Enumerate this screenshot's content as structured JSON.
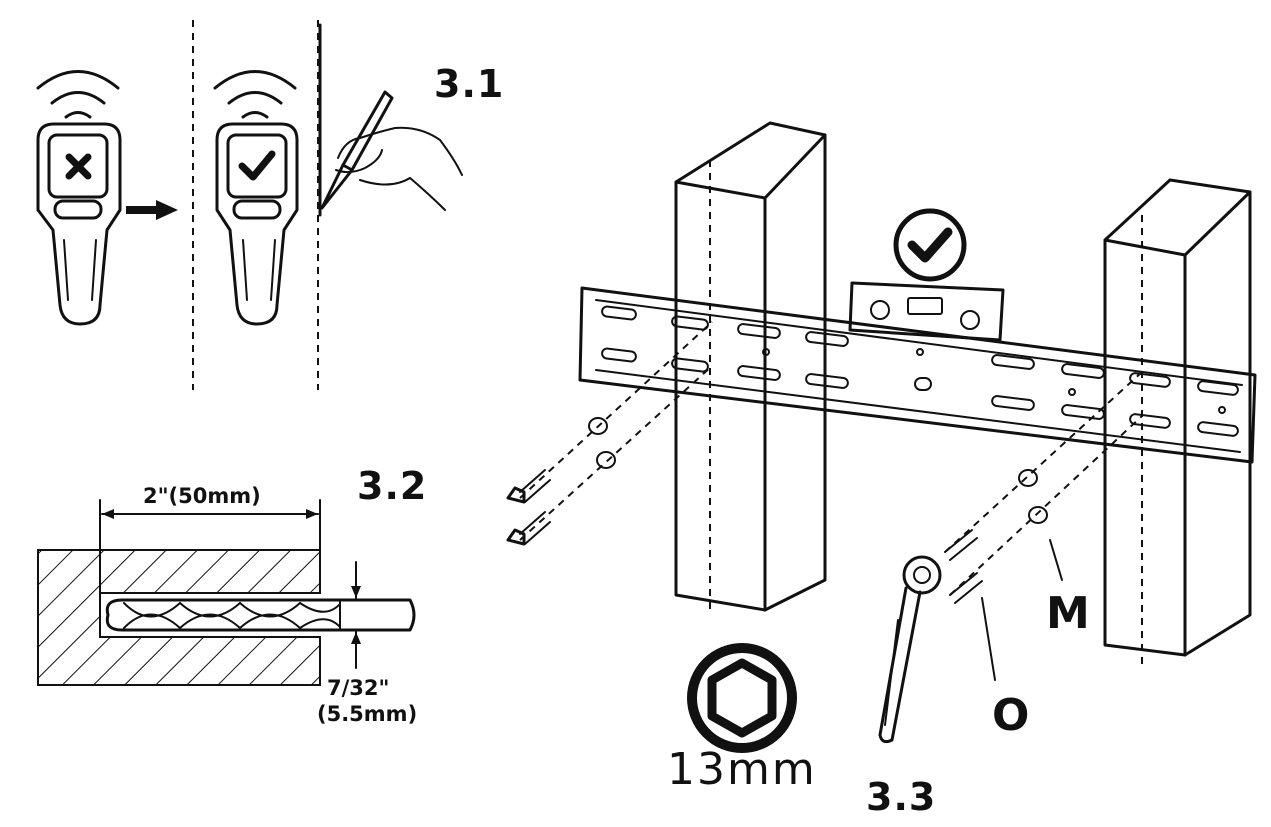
{
  "steps": {
    "step_3_1": "3.1",
    "step_3_2": "3.2",
    "step_3_3": "3.3"
  },
  "drill": {
    "depth_label": "2\"(50mm)",
    "bit_size_line1": "7/32\"",
    "bit_size_line2": "(5.5mm)"
  },
  "hardware": {
    "socket_size": "13mm",
    "part_m": "M",
    "part_o": "O"
  },
  "icons": [
    "wifi-signal-icon",
    "x-mark-icon",
    "check-mark-icon",
    "arrow-right-icon",
    "pencil-hand-icon",
    "hex-socket-icon",
    "level-check-icon",
    "ratchet-wrench-icon"
  ],
  "colors": {
    "ink": "#111111",
    "background": "#ffffff"
  }
}
